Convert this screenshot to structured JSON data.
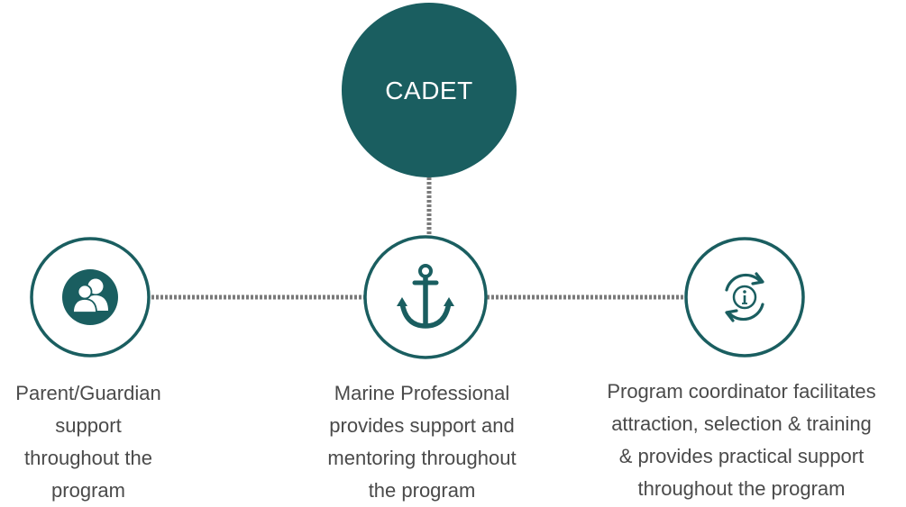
{
  "colors": {
    "teal": "#1a5e60",
    "connector": "#7a7a7a",
    "text": "#4a4a4a",
    "background": "#ffffff"
  },
  "center": {
    "title": "CADET"
  },
  "nodes": [
    {
      "id": "parent",
      "icon": "parents-icon",
      "caption": "Parent/Guardian\nsupport\nthroughout the\nprogram"
    },
    {
      "id": "marine",
      "icon": "anchor-icon",
      "caption": "Marine Professional\nprovides support and\nmentoring throughout\nthe program"
    },
    {
      "id": "coordinator",
      "icon": "info-cycle-icon",
      "caption": "Program coordinator facilitates\nattraction, selection & training\n& provides practical support\nthroughout the program"
    }
  ]
}
